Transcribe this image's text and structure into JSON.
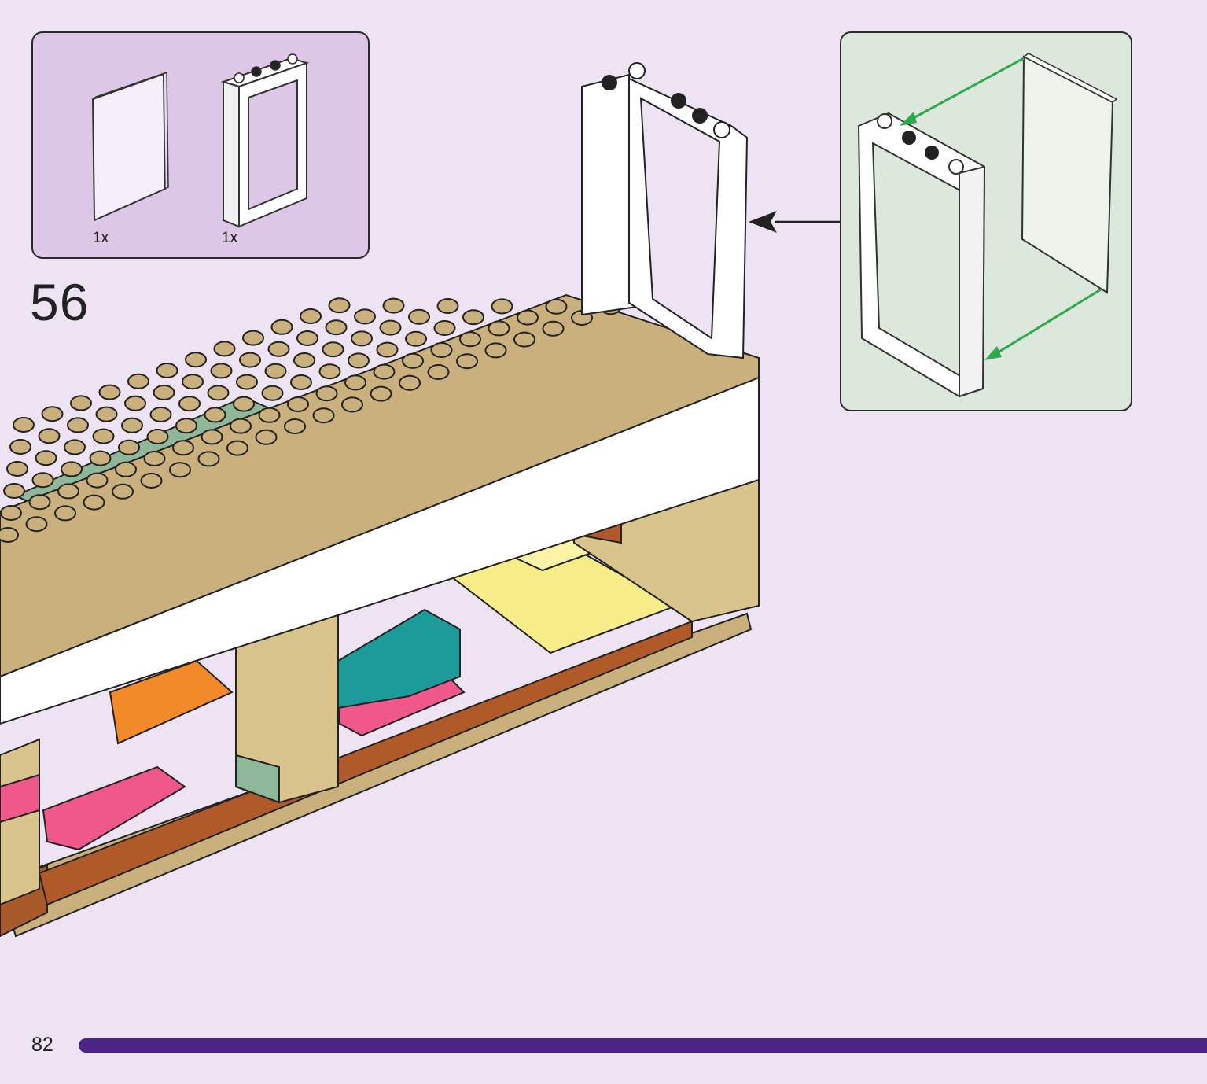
{
  "parts_list": {
    "items": [
      {
        "name": "glass-pane",
        "qty": "1x"
      },
      {
        "name": "window-frame",
        "qty": "1x"
      }
    ]
  },
  "step": {
    "number": "56"
  },
  "page": {
    "number": "82"
  },
  "progress": {
    "fraction": 1.0
  },
  "colors": {
    "background": "#ede3f3",
    "parts_box": "#dcc8e6",
    "sub_box": "#dde8dc",
    "progress_bar": "#4b2586",
    "arrow_green": "#2fa84f",
    "tan": "#c9b07c",
    "pink": "#f0578a",
    "yellow": "#f7ee8a",
    "teal": "#1d9a9a",
    "sand_green": "#8fb79a"
  },
  "icons": [
    "glass-pane-icon",
    "window-frame-icon",
    "build-arrow-icon",
    "assembly-arrow-icon"
  ]
}
